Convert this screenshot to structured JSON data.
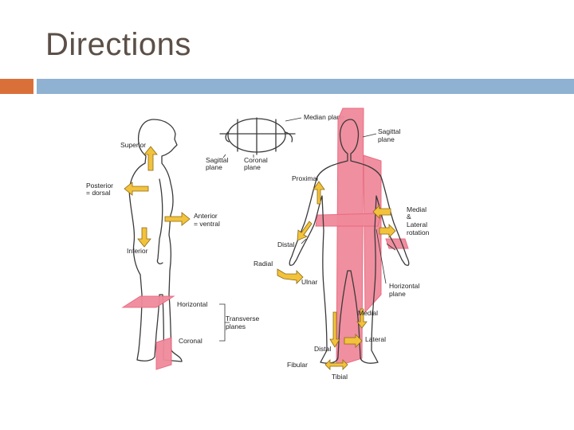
{
  "slide": {
    "title": "Directions"
  },
  "theme": {
    "accent_orange": "#d9703a",
    "accent_blue": "#8fb1d2",
    "plane_pink": "#f08a9b",
    "arrow_yellow": "#f3c23c"
  },
  "labels": {
    "superior": "Superior",
    "posterior_1": "Posterior",
    "posterior_2": "= dorsal",
    "anterior_1": "Anterior",
    "anterior_2": "= ventral",
    "inferior": "Inferior",
    "horizontal": "Horizontal",
    "transverse_1": "Transverse",
    "transverse_2": "planes",
    "coronal": "Coronal",
    "median_plane": "Median plane",
    "sagittal_1": "Sagittal",
    "sagittal_2": "plane",
    "coronal_head_1": "Coronal",
    "coronal_head_2": "plane",
    "sagittal_right_1": "Sagittal",
    "sagittal_right_2": "plane",
    "proximal": "Proximal",
    "medial_rot_1": "Medial",
    "medial_rot_2": "&",
    "medial_rot_3": "Lateral",
    "medial_rot_4": "rotation",
    "distal_upper": "Distal",
    "radial": "Radial",
    "ulnar": "Ulnar",
    "horizontal_plane_1": "Horizontal",
    "horizontal_plane_2": "plane",
    "medial": "Medial",
    "lateral": "Lateral",
    "distal_lower": "Distal",
    "fibular": "Fibular",
    "tibial": "Tibial"
  }
}
